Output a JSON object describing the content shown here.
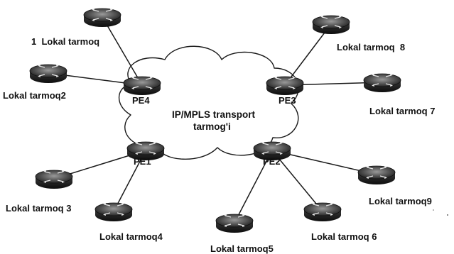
{
  "cloud": {
    "label_line1": "IP/MPLS transport",
    "label_line2": "tarmog'i"
  },
  "pe_routers": [
    {
      "id": "pe1",
      "label": "PE1"
    },
    {
      "id": "pe2",
      "label": "PE2"
    },
    {
      "id": "pe3",
      "label": "PE3"
    },
    {
      "id": "pe4",
      "label": "PE4"
    }
  ],
  "local_networks": [
    {
      "id": "net1",
      "label": "1  Lokal tarmoq",
      "pe": "pe4"
    },
    {
      "id": "net2",
      "label": "Lokal tarmoq2",
      "pe": "pe4"
    },
    {
      "id": "net3",
      "label": "Lokal tarmoq 3",
      "pe": "pe1"
    },
    {
      "id": "net4",
      "label": "Lokal tarmoq4",
      "pe": "pe1"
    },
    {
      "id": "net5",
      "label": "Lokal tarmoq5",
      "pe": "pe2"
    },
    {
      "id": "net6",
      "label": "Lokal tarmoq 6",
      "pe": "pe2"
    },
    {
      "id": "net7",
      "label": "Lokal tarmoq 7",
      "pe": "pe3"
    },
    {
      "id": "net8",
      "label": "Lokal tarmoq  8",
      "pe": "pe3"
    },
    {
      "id": "net9",
      "label": "Lokal tarmoq9",
      "pe": "pe2"
    }
  ]
}
